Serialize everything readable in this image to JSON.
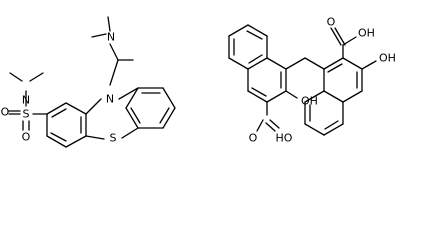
{
  "labels": {
    "ring_n": "N",
    "ring_s": "S",
    "amine_n": "N",
    "sulfonamide_n": "N",
    "sulfonyl_s": "S",
    "sulfonyl_o_top": "O",
    "sulfonyl_o_bottom": "O",
    "cooh_left_oxo": "O",
    "cooh_left_hydroxyl": "HO",
    "enol_left": "OH",
    "cooh_right_oxo": "O",
    "cooh_right_hydroxyl": "OH",
    "enol_right": "OH"
  }
}
